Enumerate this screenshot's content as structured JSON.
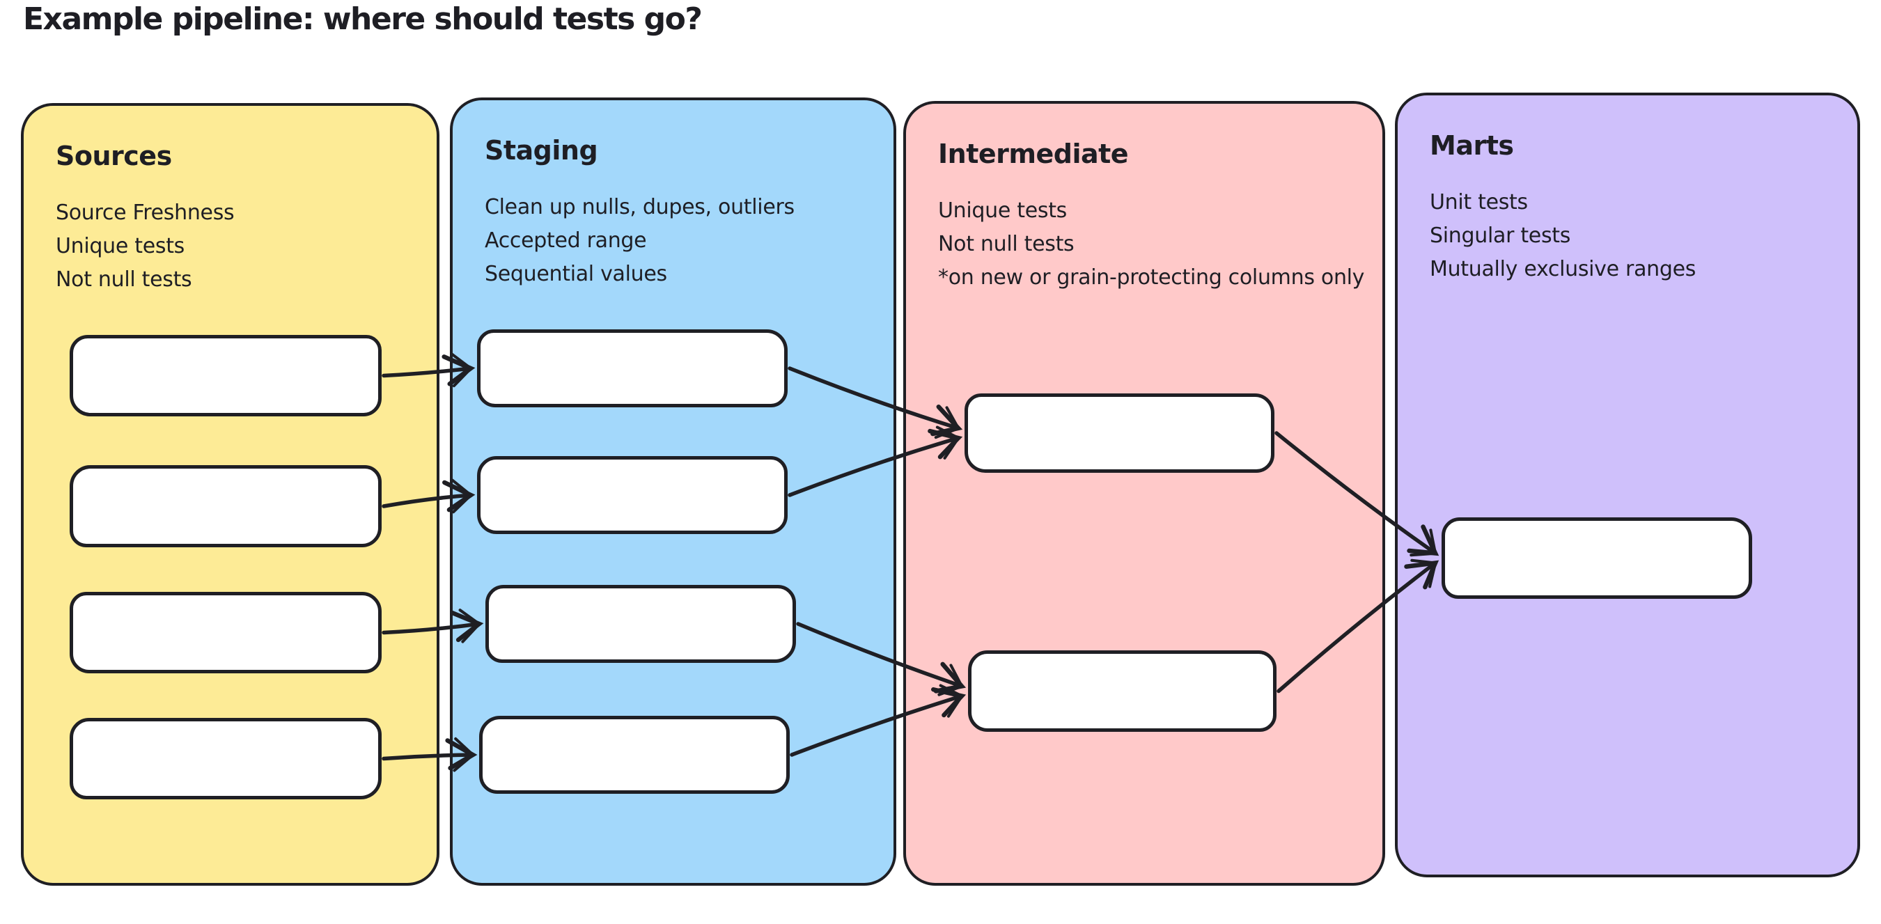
{
  "page": {
    "title": "Example pipeline: where should tests go?",
    "background_color": "#ffffff",
    "ink_color": "#1f1f24"
  },
  "columns": [
    {
      "id": "sources",
      "title": "Sources",
      "color": "#fdeb96",
      "notes": [
        "Source Freshness",
        "Unique tests",
        "Not null tests"
      ],
      "nodes": [
        "sources-1",
        "sources-2",
        "sources-3",
        "sources-4"
      ]
    },
    {
      "id": "staging",
      "title": "Staging",
      "color": "#a3d8fb",
      "notes": [
        "Clean up nulls, dupes, outliers",
        "Accepted range",
        "Sequential values"
      ],
      "nodes": [
        "staging-1",
        "staging-2",
        "staging-3",
        "staging-4"
      ]
    },
    {
      "id": "intermediate",
      "title": "Intermediate",
      "color": "#ffc9c9",
      "notes": [
        "Unique tests",
        "Not null tests",
        "*on new or grain-protecting columns only"
      ],
      "nodes": [
        "intermediate-1",
        "intermediate-2"
      ]
    },
    {
      "id": "marts",
      "title": "Marts",
      "color": "#cfc0fb",
      "notes": [
        "Unit tests",
        "Singular tests",
        "Mutually exclusive ranges"
      ],
      "nodes": [
        "marts-1"
      ]
    }
  ],
  "edges": [
    {
      "from": "sources-1",
      "to": "staging-1"
    },
    {
      "from": "sources-2",
      "to": "staging-2"
    },
    {
      "from": "sources-3",
      "to": "staging-3"
    },
    {
      "from": "sources-4",
      "to": "staging-4"
    },
    {
      "from": "staging-1",
      "to": "intermediate-1"
    },
    {
      "from": "staging-2",
      "to": "intermediate-1"
    },
    {
      "from": "staging-3",
      "to": "intermediate-2"
    },
    {
      "from": "staging-4",
      "to": "intermediate-2"
    },
    {
      "from": "intermediate-1",
      "to": "marts-1"
    },
    {
      "from": "intermediate-2",
      "to": "marts-1"
    }
  ]
}
